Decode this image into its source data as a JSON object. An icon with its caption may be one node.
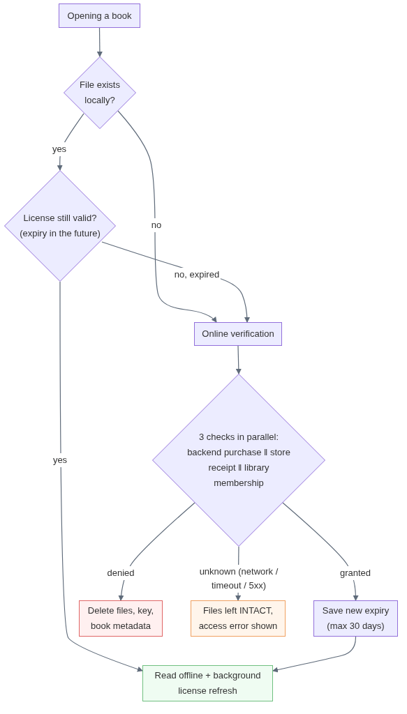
{
  "diagram": {
    "nodes": [
      {
        "text": [
          "Opening a book"
        ]
      },
      {
        "text": [
          "File exists locally?"
        ]
      },
      {
        "text": [
          "License still valid? (expiry in the future)"
        ]
      },
      {
        "text": [
          "Online verification"
        ]
      },
      {
        "text": [
          "3 checks in parallel: backend purchase ‖ store receipt ‖ library membership"
        ]
      },
      {
        "text": [
          "Delete files, key, book metadata"
        ]
      },
      {
        "text": [
          "Files left INTACT, access error shown"
        ]
      },
      {
        "text": [
          "Save new expiry (max 30 days)"
        ]
      },
      {
        "text": [
          "Read offline + background license refresh"
        ]
      }
    ],
    "edges": [
      {
        "from": 0,
        "to": 1,
        "arrow": "to"
      },
      {
        "from": 1,
        "to": 2,
        "arrow": "to",
        "label": "yes"
      },
      {
        "from": 1,
        "to": 3,
        "arrow": "to",
        "label": "no"
      },
      {
        "from": 2,
        "to": 3,
        "arrow": "to",
        "label": "no, expired"
      },
      {
        "from": 2,
        "to": 8,
        "arrow": "to",
        "label": "yes"
      },
      {
        "from": 3,
        "to": 4,
        "arrow": "to"
      },
      {
        "from": 4,
        "to": 5,
        "arrow": "to",
        "label": "denied"
      },
      {
        "from": 4,
        "to": 6,
        "arrow": "to",
        "label": "unknown (network / timeout / 5xx)"
      },
      {
        "from": 4,
        "to": 7,
        "arrow": "to",
        "label": "granted"
      },
      {
        "from": 7,
        "to": 8,
        "arrow": "to"
      }
    ]
  }
}
